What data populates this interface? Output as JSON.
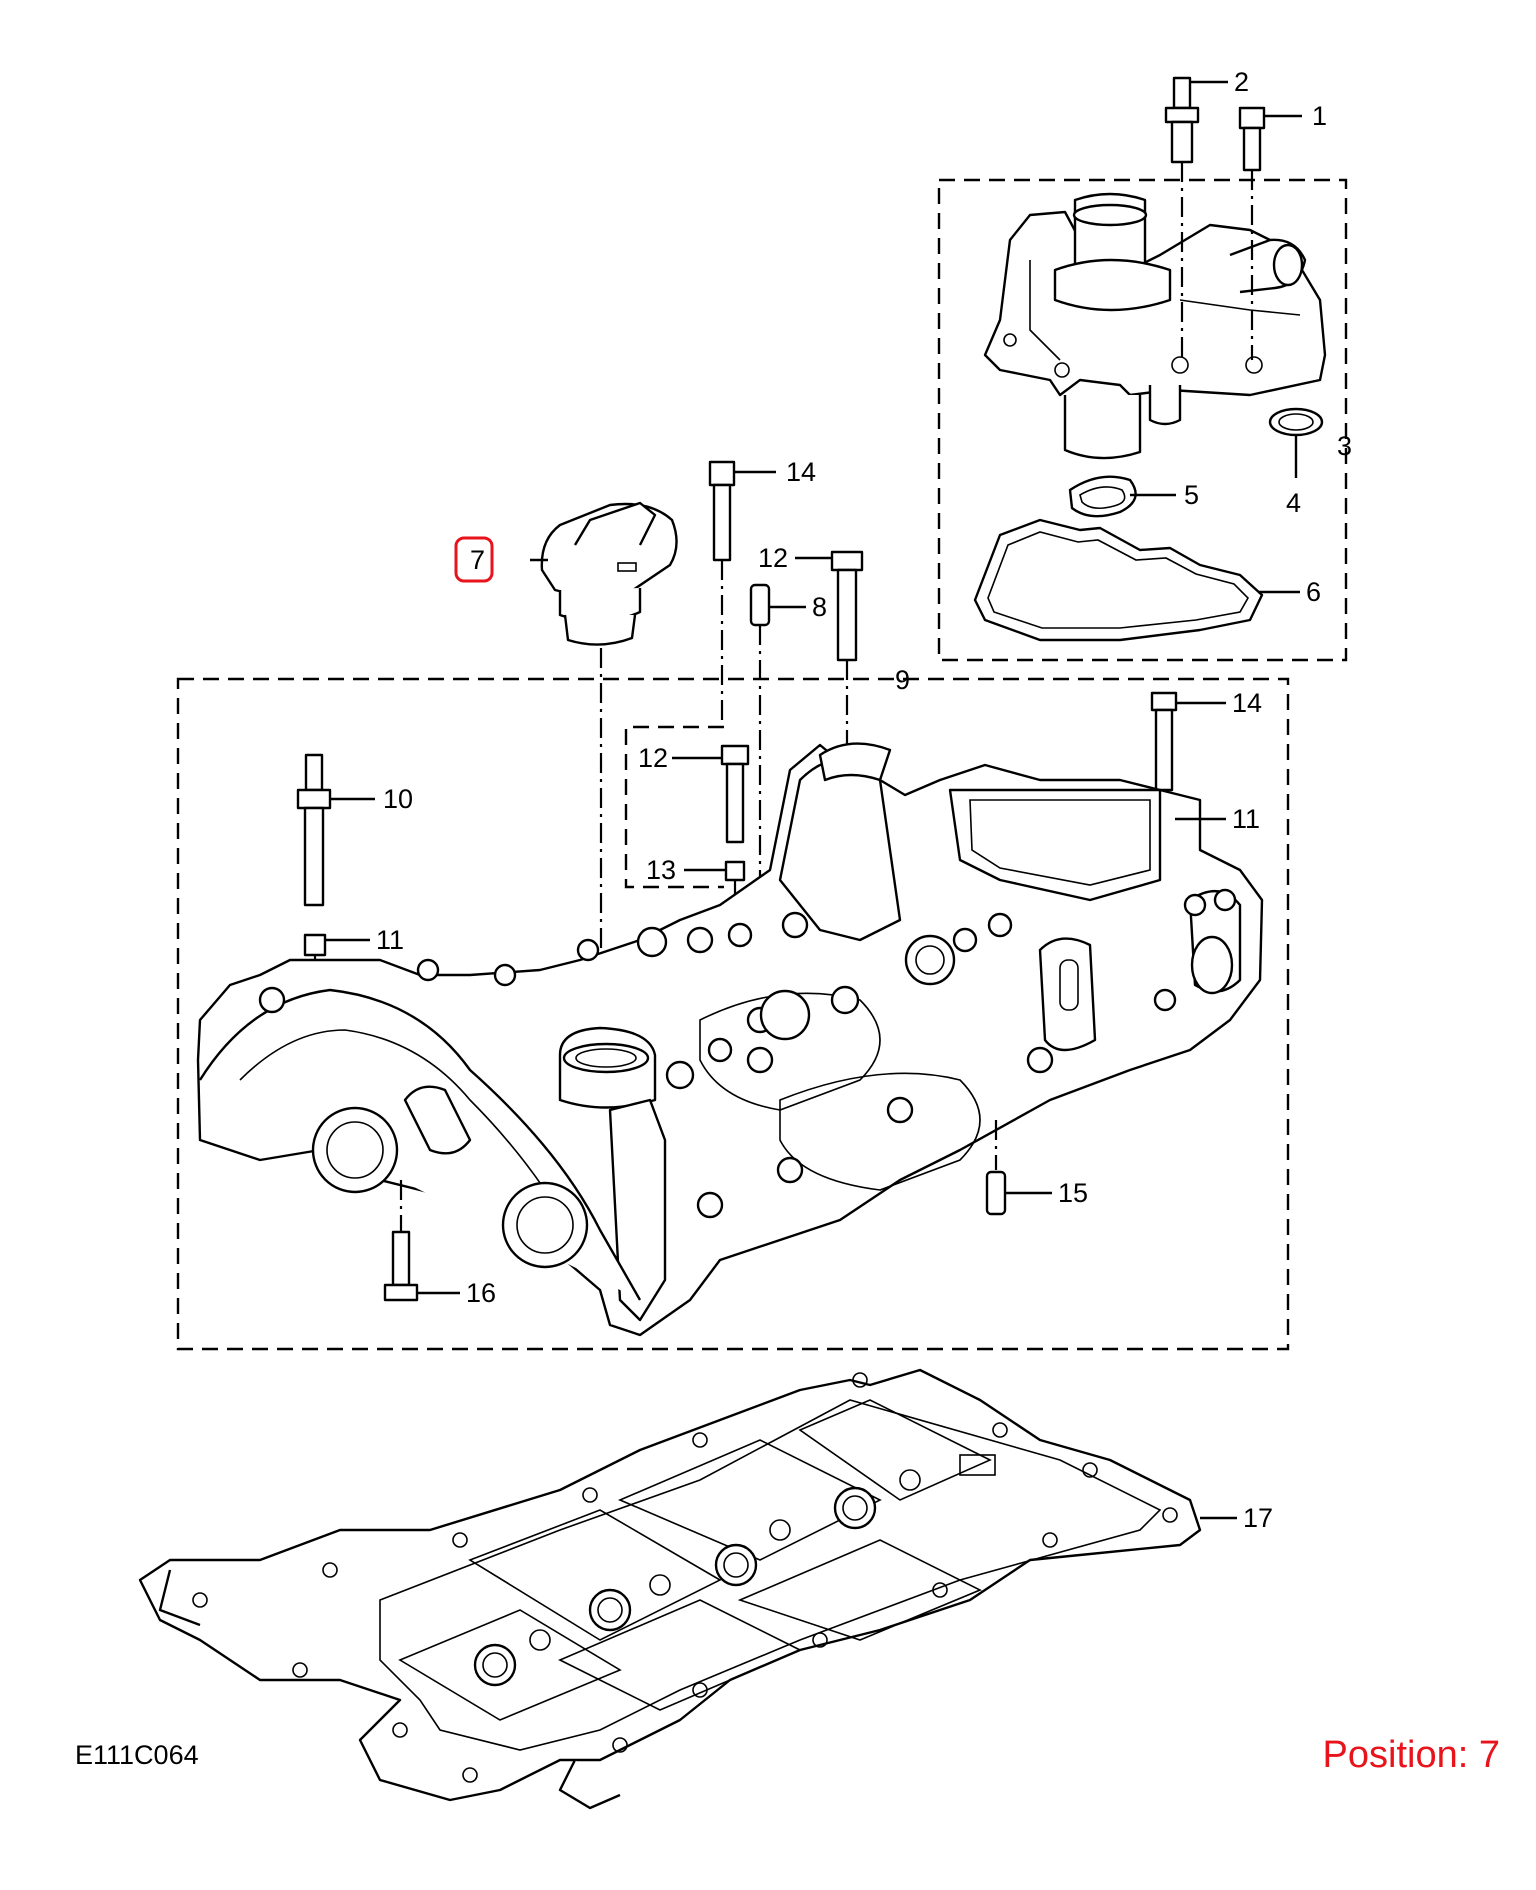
{
  "diagram_code": "E111C064",
  "position_label": "Position: 7",
  "highlight_color": "#e8131b",
  "callouts": {
    "c1": "1",
    "c2": "2",
    "c3": "3",
    "c4": "4",
    "c5": "5",
    "c6": "6",
    "c7": "7",
    "c8": "8",
    "c9": "9",
    "c10": "10",
    "c11a": "11",
    "c11b": "11",
    "c12a": "12",
    "c12b": "12",
    "c13": "13",
    "c14a": "14",
    "c14b": "14",
    "c15": "15",
    "c16": "16",
    "c17": "17"
  },
  "highlighted_callout": "7"
}
